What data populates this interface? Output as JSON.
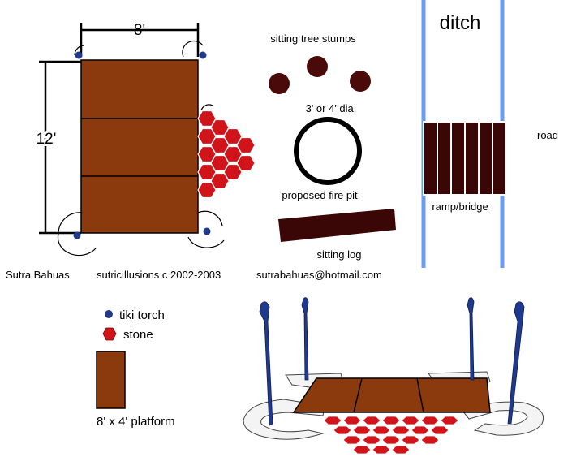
{
  "plan": {
    "width_dim": "8'",
    "height_dim": "12'"
  },
  "labels": {
    "stumps": "sitting tree stumps",
    "diameter": "3' or 4' dia.",
    "fire_pit": "proposed fire pit",
    "log": "sitting log",
    "ditch": "ditch",
    "road": "road",
    "bridge": "ramp/bridge"
  },
  "credits": {
    "author": "Sutra Bahuas",
    "copyright": "sutricillusions c 2002-2003",
    "email": "sutrabahuas@hotmail.com"
  },
  "legend": {
    "torch": "tiki torch",
    "stone": "stone",
    "platform": "8' x 4' platform"
  },
  "colors": {
    "wood": "#8b3a0e",
    "stone": "#d0141a",
    "torch": "#1f3a8c",
    "ditch_line": "#6b9ef2",
    "bridge": "#3a0606",
    "stump": "#4a0a0a",
    "log": "#3a0606"
  }
}
